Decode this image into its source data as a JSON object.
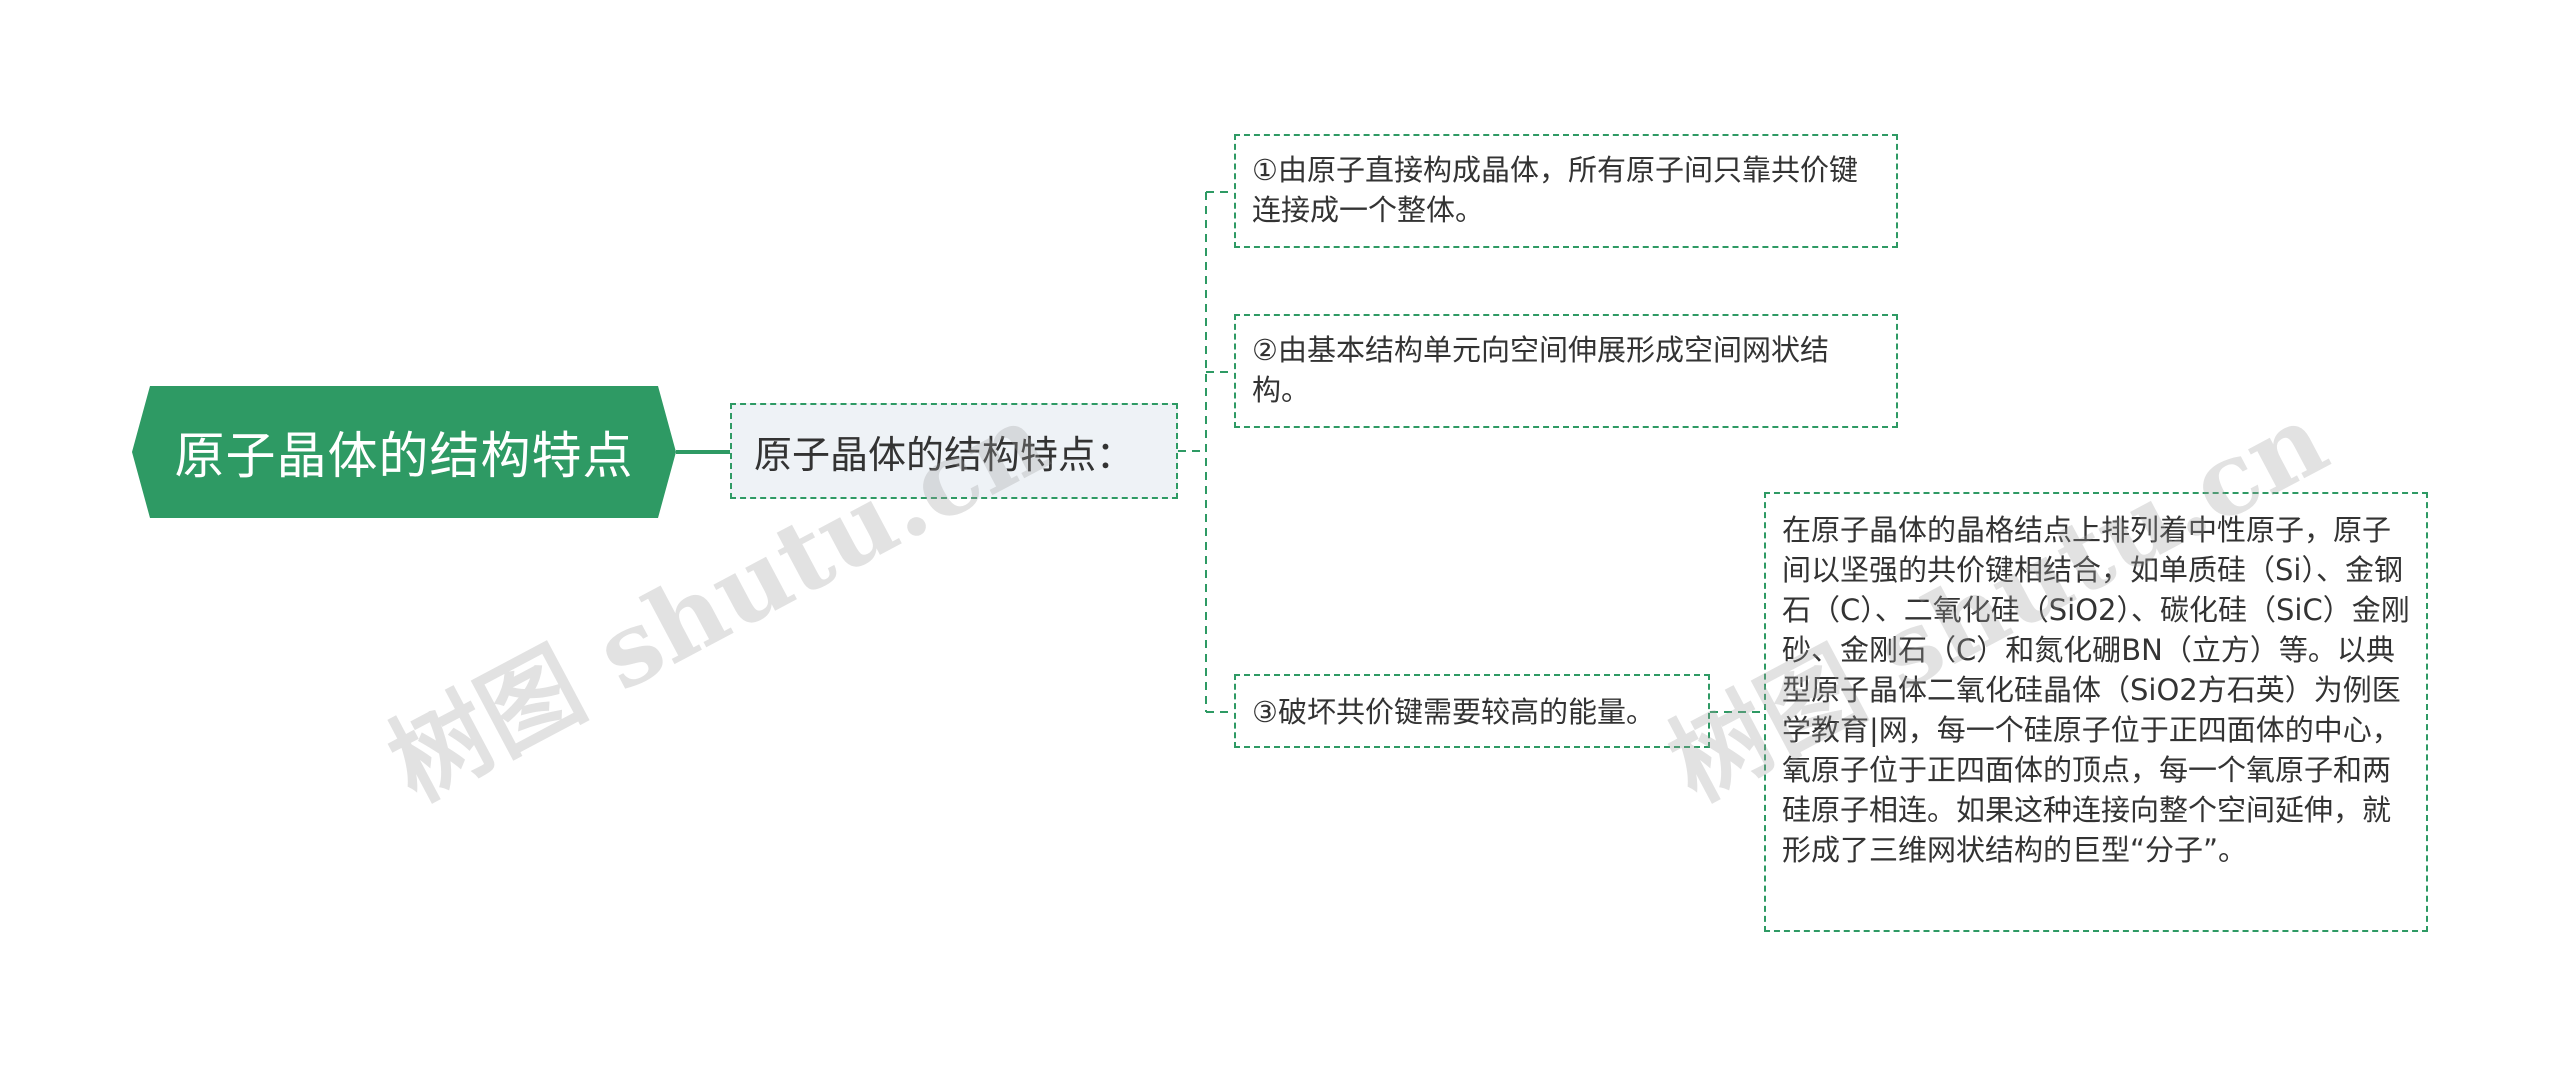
{
  "root": {
    "label": "原子晶体的结构特点"
  },
  "branch": {
    "label": "原子晶体的结构特点："
  },
  "items": [
    {
      "label": "①由原子直接构成晶体，所有原子间只靠共价键连接成一个整体。"
    },
    {
      "label": "②由基本结构单元向空间伸展形成空间网状结构。"
    },
    {
      "label": "③破坏共价键需要较高的能量。"
    }
  ],
  "detail": {
    "label": "在原子晶体的晶格结点上排列着中性原子，原子间以坚强的共价键相结合，如单质硅（Si）、金钢石（C）、二氧化硅（SiO2）、碳化硅（SiC）金刚砂、金刚石（C）和氮化硼BN（立方）等。以典型原子晶体二氧化硅晶体（SiO2方石英）为例医学教育|网，每一个硅原子位于正四面体的中心，氧原子位于正四面体的顶点，每一个氧原子和两硅原子相连。如果这种连接向整个空间延伸，就形成了三维网状结构的巨型“分子”。"
  },
  "watermark": {
    "text": "树图 shutu.cn"
  },
  "colors": {
    "accent": "#2e9a64",
    "branch_bg": "#eef2f6",
    "text": "#333333"
  }
}
